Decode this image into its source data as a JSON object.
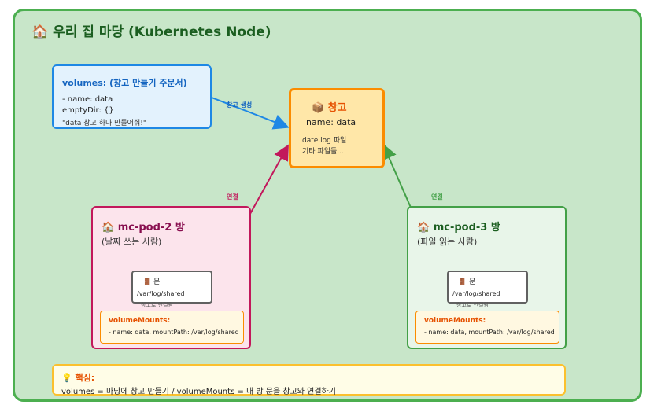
{
  "title": "🏠 우리 집 마당 (Kubernetes Node)",
  "volumes": {
    "title": "volumes: (창고 만들기 주문서)",
    "line1": "- name: data",
    "line2": "emptyDir: {}",
    "line3": "\"data 창고 하나 만들어줘!\""
  },
  "warehouse": {
    "title": "📦 창고",
    "name": "name: data",
    "file1": "date.log 파일",
    "file2": "기타 파일들..."
  },
  "edges": {
    "create": "창고 생성",
    "connect_left": "연결",
    "connect_right": "연결"
  },
  "pod2": {
    "title": "🏠 mc-pod-2 방",
    "subtitle": "(날짜 쓰는 사람)",
    "door_title": "🚪 문",
    "door_path": "/var/log/shared",
    "door_caption": "창고로 연결됨",
    "mounts_title": "volumeMounts:",
    "mounts_line": "- name: data, mountPath: /var/log/shared"
  },
  "pod3": {
    "title": "🏠 mc-pod-3 방",
    "subtitle": "(파일 읽는 사람)",
    "door_title": "🚪 문",
    "door_path": "/var/log/shared",
    "door_caption": "창고로 연결됨",
    "mounts_title": "volumeMounts:",
    "mounts_line": "- name: data, mountPath: /var/log/shared"
  },
  "key": {
    "title": "💡 핵심:",
    "text": "volumes = 마당에 창고 만들기 / volumeMounts = 내 방 문을 창고와 연결하기"
  },
  "colors": {
    "create": "#1e88e5",
    "pod2": "#c2185b",
    "pod3": "#43a047"
  }
}
